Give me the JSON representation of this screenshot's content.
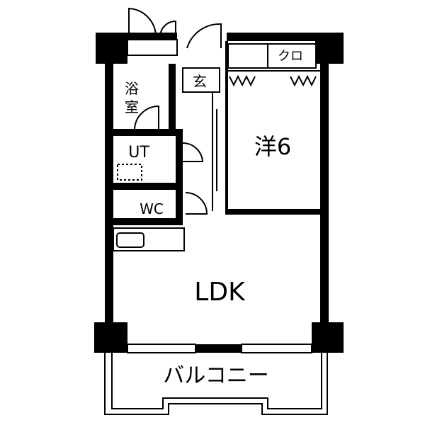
{
  "floorplan": {
    "rooms": {
      "bath": "浴室",
      "entrance": "玄",
      "closet": "クロ",
      "western_room": "洋6",
      "utility": "UT",
      "toilet": "WC",
      "ldk": "LDK",
      "balcony": "バルコニー"
    },
    "colors": {
      "wall": "#000000",
      "line": "#000000",
      "background": "#ffffff"
    }
  }
}
